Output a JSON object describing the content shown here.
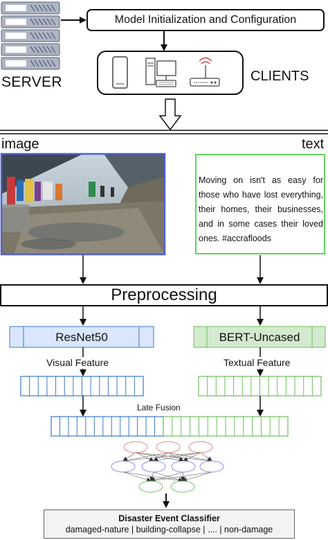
{
  "top": {
    "config_label": "Model Initialization and Configuration",
    "server_label": "SERVER",
    "clients_label": "CLIENTS"
  },
  "inputs": {
    "image_label": "image",
    "text_label": "text",
    "tweet": "Moving on isn't as easy for those who have lost everything, their homes, their businesses, and in some cases their loved ones. #accrafloods"
  },
  "pipeline": {
    "preprocessing": "Preprocessing",
    "image_encoder": "ResNet50",
    "text_encoder": "BERT-Uncased",
    "visual_feature": "Visual Feature",
    "textual_feature": "Textual Feature",
    "fusion": "Late Fusion"
  },
  "classifier": {
    "title": "Disaster Event Classifier",
    "classes": "damaged-nature |  building-collapse | .... |  non-damage"
  },
  "colors": {
    "visual": "#3a78c9",
    "textual": "#6abf59",
    "tweet_border": "#5fd35f",
    "image_border": "#5060d0",
    "nn_red": "#e08585",
    "nn_blue": "#8a8ae6",
    "nn_green": "#6cc46c"
  },
  "icons": [
    "server-icon",
    "smartphone-icon",
    "desktop-computer-icon",
    "wifi-router-icon"
  ]
}
